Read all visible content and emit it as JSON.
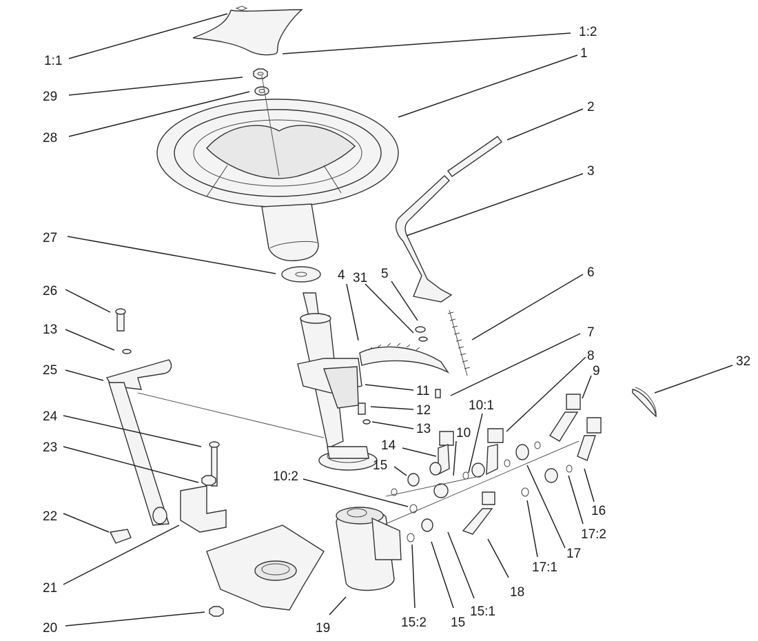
{
  "callouts": [
    {
      "id": "1:1",
      "text": "1:1"
    },
    {
      "id": "1:2",
      "text": "1:2"
    },
    {
      "id": "1",
      "text": "1"
    },
    {
      "id": "29",
      "text": "29"
    },
    {
      "id": "2",
      "text": "2"
    },
    {
      "id": "28",
      "text": "28"
    },
    {
      "id": "3",
      "text": "3"
    },
    {
      "id": "27",
      "text": "27"
    },
    {
      "id": "6",
      "text": "6"
    },
    {
      "id": "26",
      "text": "26"
    },
    {
      "id": "4",
      "text": "4"
    },
    {
      "id": "31",
      "text": "31"
    },
    {
      "id": "5",
      "text": "5"
    },
    {
      "id": "13a",
      "text": "13"
    },
    {
      "id": "7",
      "text": "7"
    },
    {
      "id": "25",
      "text": "25"
    },
    {
      "id": "8",
      "text": "8"
    },
    {
      "id": "32",
      "text": "32"
    },
    {
      "id": "9",
      "text": "9"
    },
    {
      "id": "11",
      "text": "11"
    },
    {
      "id": "12",
      "text": "12"
    },
    {
      "id": "10:1",
      "text": "10:1"
    },
    {
      "id": "24",
      "text": "24"
    },
    {
      "id": "13b",
      "text": "13"
    },
    {
      "id": "10",
      "text": "10"
    },
    {
      "id": "14",
      "text": "14"
    },
    {
      "id": "23",
      "text": "23"
    },
    {
      "id": "15a",
      "text": "15"
    },
    {
      "id": "10:2",
      "text": "10:2"
    },
    {
      "id": "16",
      "text": "16"
    },
    {
      "id": "22",
      "text": "22"
    },
    {
      "id": "17:2",
      "text": "17:2"
    },
    {
      "id": "17",
      "text": "17"
    },
    {
      "id": "17:1",
      "text": "17:1"
    },
    {
      "id": "21",
      "text": "21"
    },
    {
      "id": "18",
      "text": "18"
    },
    {
      "id": "15:1",
      "text": "15:1"
    },
    {
      "id": "19",
      "text": "19"
    },
    {
      "id": "20",
      "text": "20"
    },
    {
      "id": "15:2",
      "text": "15:2"
    },
    {
      "id": "15b",
      "text": "15"
    }
  ]
}
